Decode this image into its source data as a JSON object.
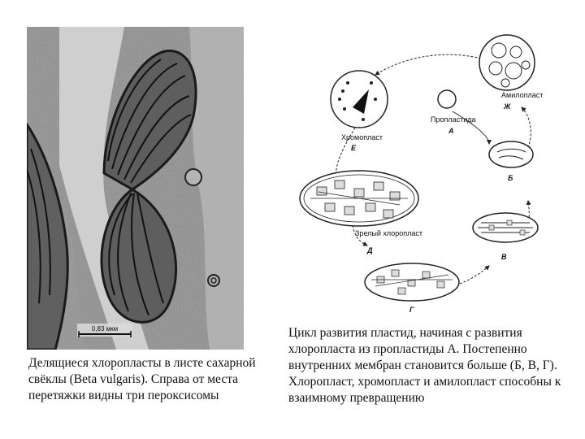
{
  "micrograph": {
    "scale_label": "0,83 мкм"
  },
  "cycle_diagram": {
    "labels": {
      "amyloplast": "Амилопласт",
      "amyloplast_letter": "Ж",
      "proplastid": "Пропластида",
      "proplastid_letter": "А",
      "chromoplast": "Хромопласт",
      "chromoplast_letter": "Е",
      "stage_b_letter": "Б",
      "stage_v_letter": "В",
      "stage_g_letter": "Г",
      "mature_chloroplast": "Зрелый хлоропласт",
      "mature_chloroplast_letter": "Д"
    }
  },
  "captions": {
    "left": "Делящиеся хлоропласты в листе сахарной свёклы (Beta vulgaris). Справа от места перетяжки видны три пероксисомы",
    "right": "Цикл развития пластид, начиная с развития хлоропласта из пропластиды А. Постепенно внутренних мембран становится больше (Б, В, Г). Хлоропласт, хромопласт и амилопласт способны к взаимному превращению"
  }
}
